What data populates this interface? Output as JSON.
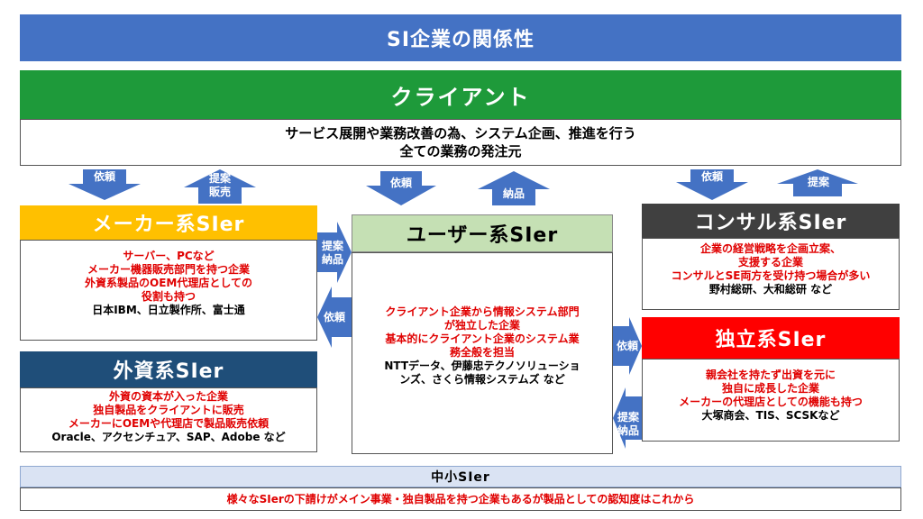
{
  "title": "SI企業の関係性",
  "client": {
    "name": "クライアント",
    "desc_line1": "サービス展開や業務改善の為、システム企画、推進を行う",
    "desc_line2": "全ての業務の発注元"
  },
  "maker": {
    "name": "メーカー系SIer",
    "red_lines": [
      "サーバー、PCなど",
      "メーカー機器販売部門を持つ企業",
      "外資系製品のOEM代理店としての",
      "役割も持つ"
    ],
    "examples": "日本IBM、日立製作所、富士通"
  },
  "foreign": {
    "name": "外資系SIer",
    "red_lines": [
      "外資の資本が入った企業",
      "独自製品をクライアントに販売",
      "メーカーにOEMや代理店で製品販売依頼"
    ],
    "examples": "Oracle、アクセンチュア、SAP、Adobe など"
  },
  "user": {
    "name": "ユーザー系SIer",
    "red_lines": [
      "クライアント企業から情報システム部門",
      "が独立した企業",
      "基本的にクライアント企業のシステム業",
      "務全般を担当"
    ],
    "examples_line1": "NTTデータ、伊藤忠テクノソリューショ",
    "examples_line2": "ンズ、さくら情報システムズ など"
  },
  "consul": {
    "name": "コンサル系SIer",
    "red_lines": [
      "企業の経営戦略を企画立案、",
      "支援する企業",
      "コンサルとSE両方を受け持つ場合が多い"
    ],
    "examples": "野村総研、大和総研 など"
  },
  "independent": {
    "name": "独立系SIer",
    "red_lines": [
      "親会社を持たず出資を元に",
      "独自に成長した企業",
      "メーカーの代理店としての機能も持つ"
    ],
    "examples": "大塚商会、TIS、SCSKなど"
  },
  "sme": {
    "name": "中小SIer",
    "desc": "様々なSIerの下請けがメイン事業・独自製品を持つ企業もあるが製品としての認知度はこれから"
  },
  "arrows": {
    "irai": "依頼",
    "teian": "提案",
    "hanbai": "販売",
    "nouhin": "納品"
  },
  "colors": {
    "blue": "#4472c4",
    "green": "#1e9a3a",
    "yellow": "#ffc000",
    "navy": "#1f4e79",
    "light_green": "#c5e0b4",
    "dark_gray": "#404040",
    "red": "#ff0000",
    "light_blue": "#dae3f3",
    "text_red": "#e00000"
  }
}
